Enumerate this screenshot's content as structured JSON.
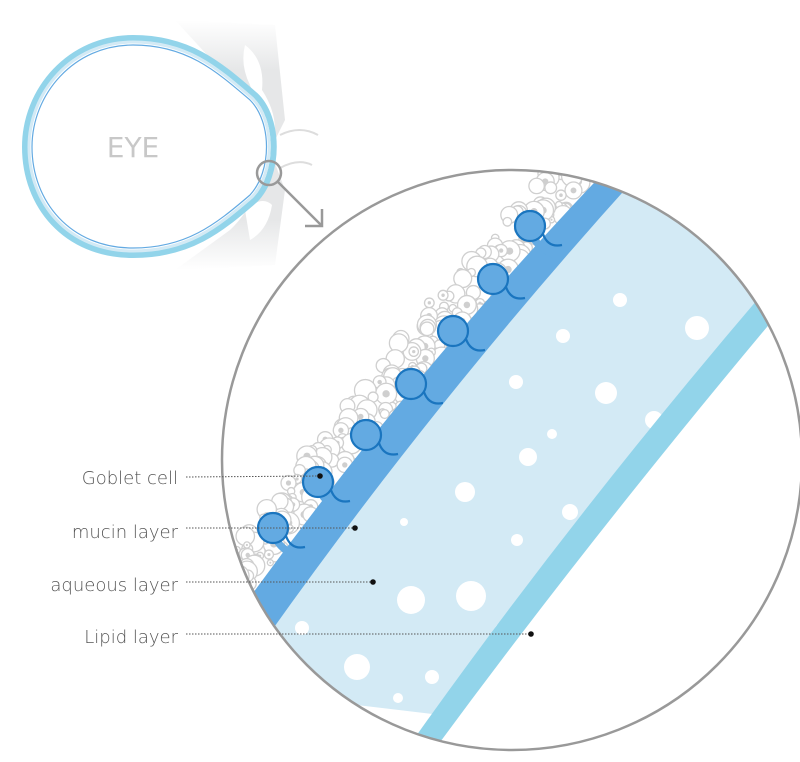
{
  "eye": {
    "label": "EYE"
  },
  "labels": [
    {
      "id": "goblet",
      "text": "Goblet cell"
    },
    {
      "id": "mucin",
      "text": "mucin layer"
    },
    {
      "id": "aqueous",
      "text": "aqueous layer"
    },
    {
      "id": "lipid",
      "text": "Lipid layer"
    }
  ],
  "colors": {
    "mucin": "#63aae2",
    "goblet_stroke": "#1a75bf",
    "aqueous": "#d3eaf5",
    "lipid": "#92d4ea",
    "outline": "#999999",
    "cells": "#cfcfcf"
  }
}
